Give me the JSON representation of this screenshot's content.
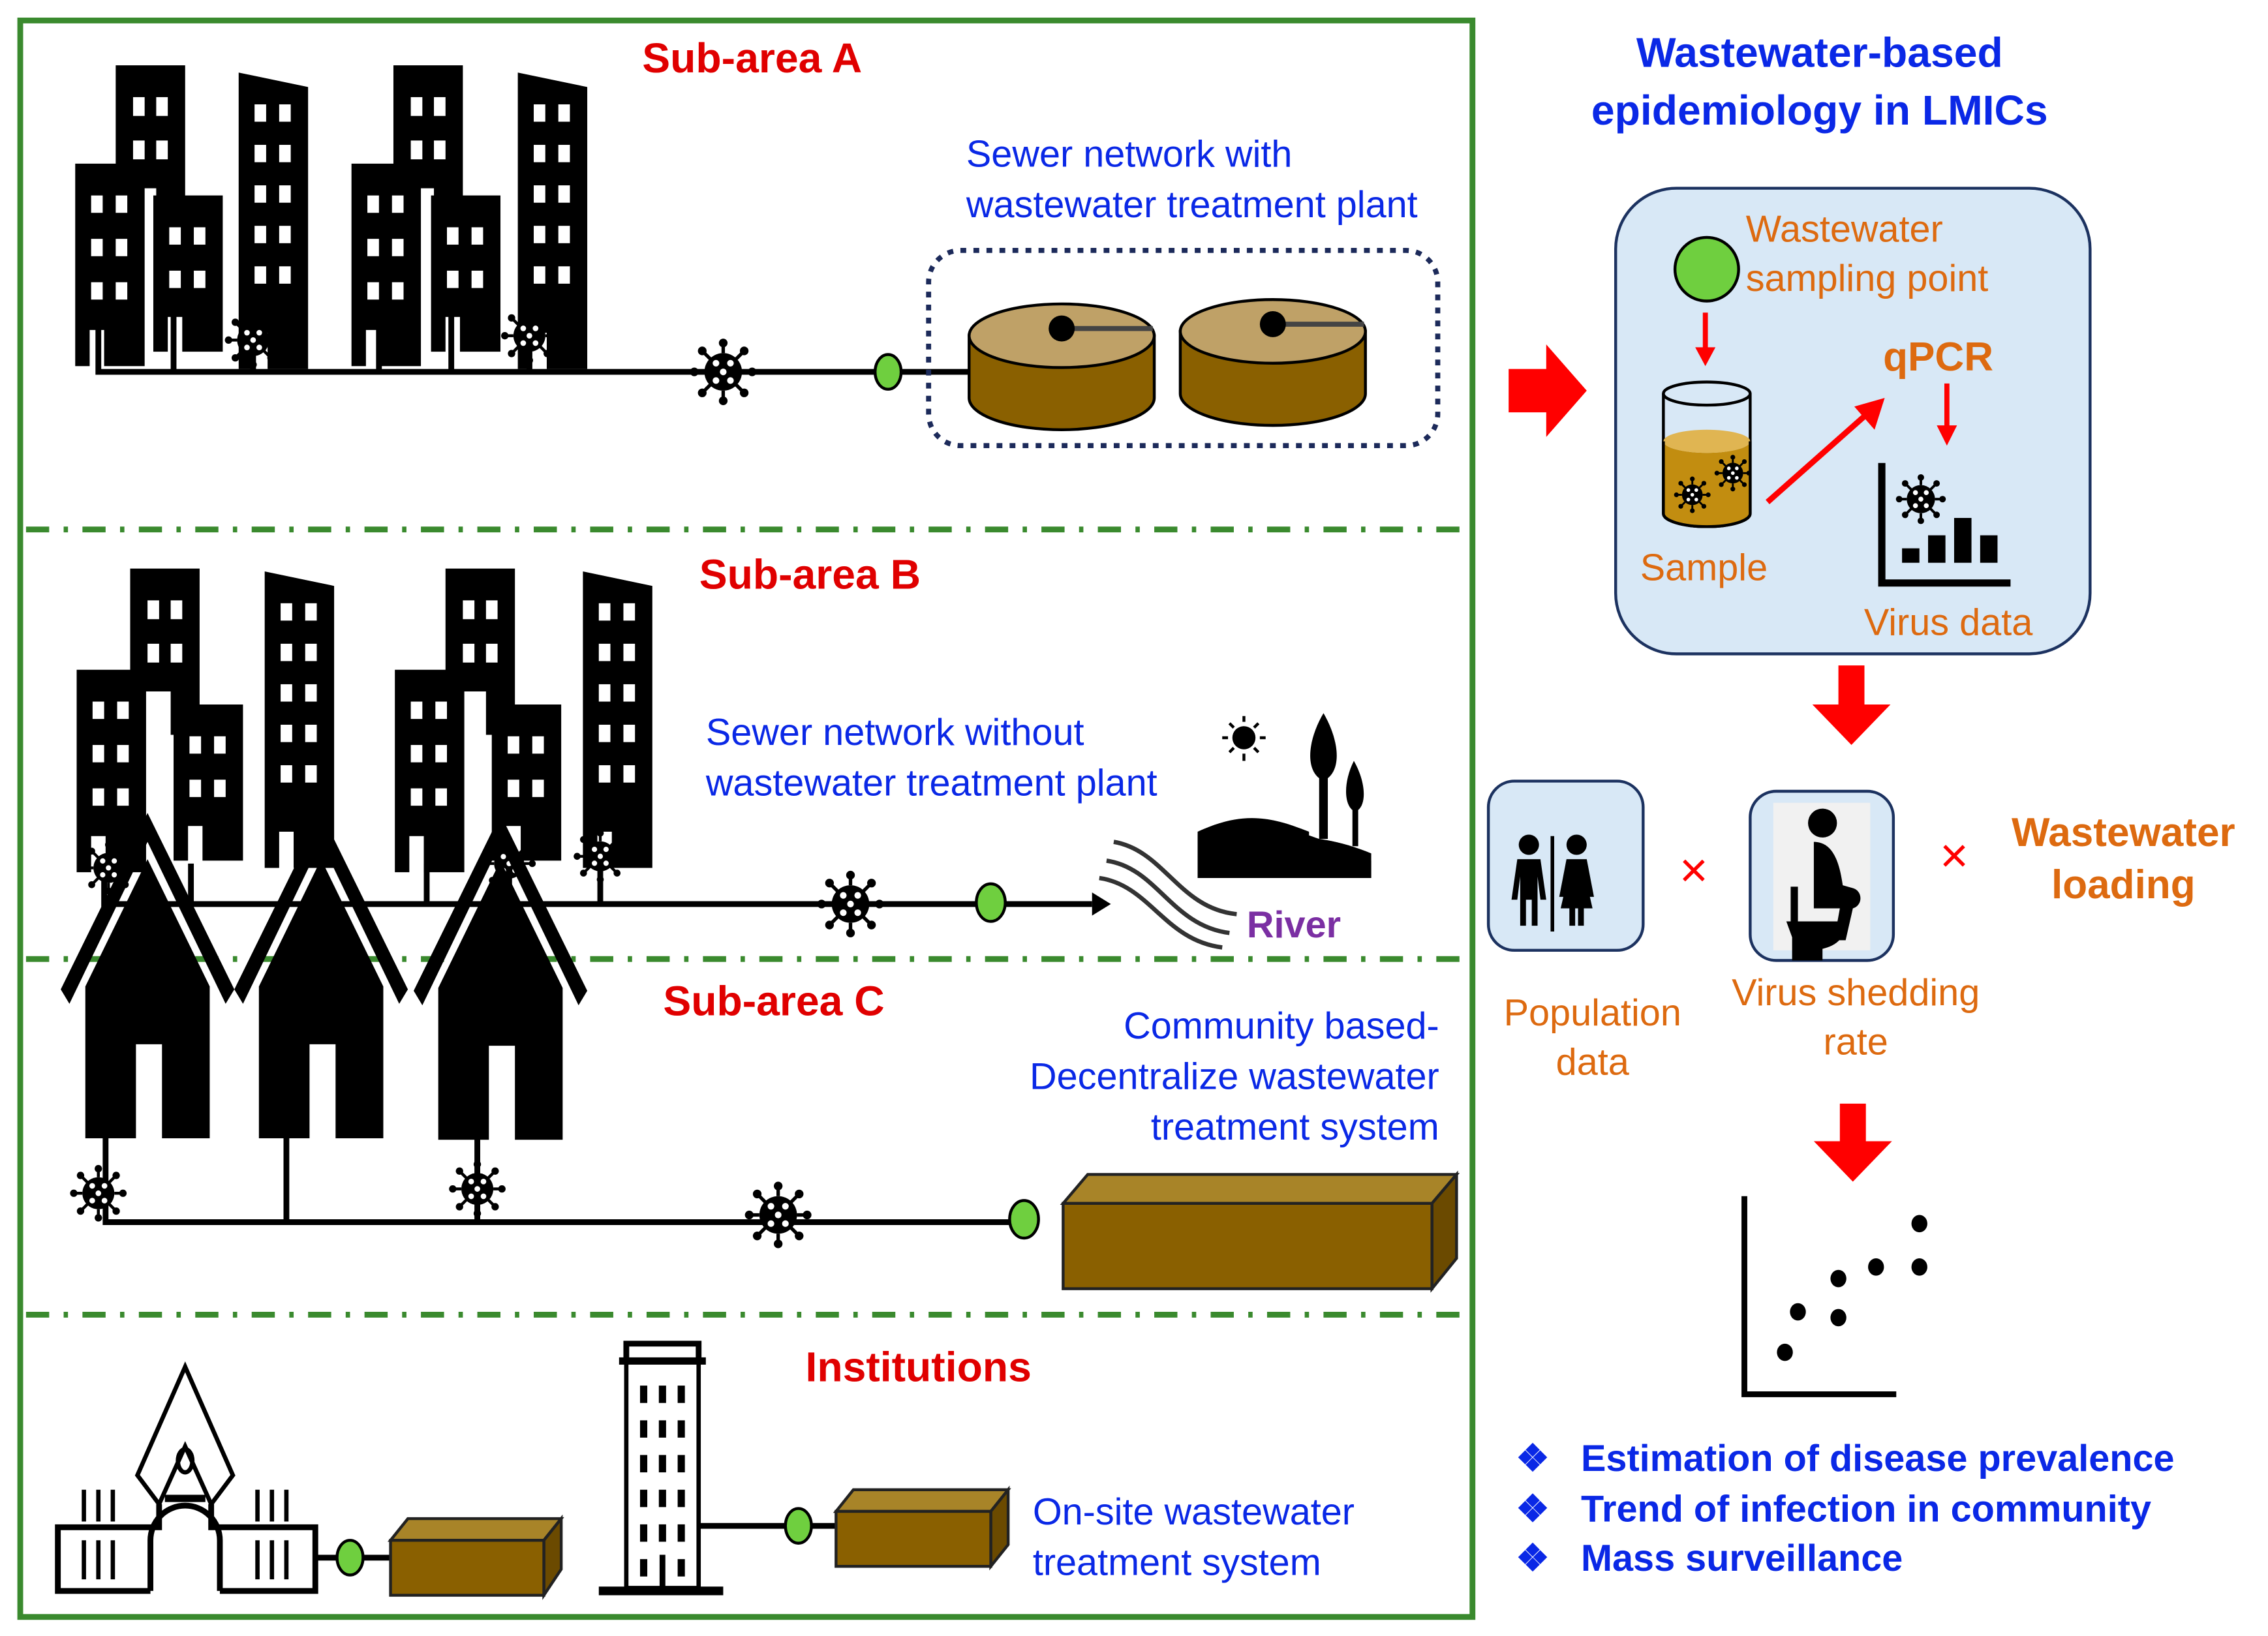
{
  "colors": {
    "frame_green": "#3a8a2e",
    "title_red": "#e00000",
    "label_blue": "#0a28e6",
    "label_orange": "#dd6a10",
    "river_purple": "#7b2fa3",
    "arrow_red": "#ff0000",
    "sampling_green": "#6fcf3f",
    "tank_brown": "#8a6000",
    "tank_top": "#bfa167",
    "box_top": "#a88428",
    "panel_blue": "#d8e8f6",
    "panel_border": "#1c3260"
  },
  "left_panel": {
    "sub_area_a": {
      "title": "Sub-area A",
      "description_lines": [
        "Sewer network with",
        "wastewater treatment plant"
      ]
    },
    "sub_area_b": {
      "title": "Sub-area B",
      "description_lines": [
        "Sewer network without",
        "wastewater treatment plant"
      ],
      "river_label": "River"
    },
    "sub_area_c": {
      "title": "Sub-area C",
      "description_lines": [
        "Community based-",
        "Decentralize wastewater",
        "treatment system"
      ]
    },
    "institutions": {
      "title": "Institutions",
      "description_lines": [
        "On-site wastewater",
        "treatment system"
      ]
    }
  },
  "right_panel": {
    "title_lines": [
      "Wastewater-based",
      "epidemiology in LMICs"
    ],
    "process": {
      "sampling_point_lines": [
        "Wastewater",
        "sampling point"
      ],
      "qpcr_label": "qPCR",
      "sample_label": "Sample",
      "virus_data_label": "Virus data"
    },
    "equation": {
      "population_label_lines": [
        "Population",
        "data"
      ],
      "shedding_label_lines": [
        "Virus shedding",
        "rate"
      ],
      "loading_label_lines": [
        "Wastewater",
        "loading"
      ],
      "multiply_symbol": "×"
    },
    "outcomes": {
      "bullet_symbol": "❖",
      "items": [
        "Estimation of disease prevalence",
        "Trend of infection in community",
        "Mass surveillance"
      ]
    }
  }
}
